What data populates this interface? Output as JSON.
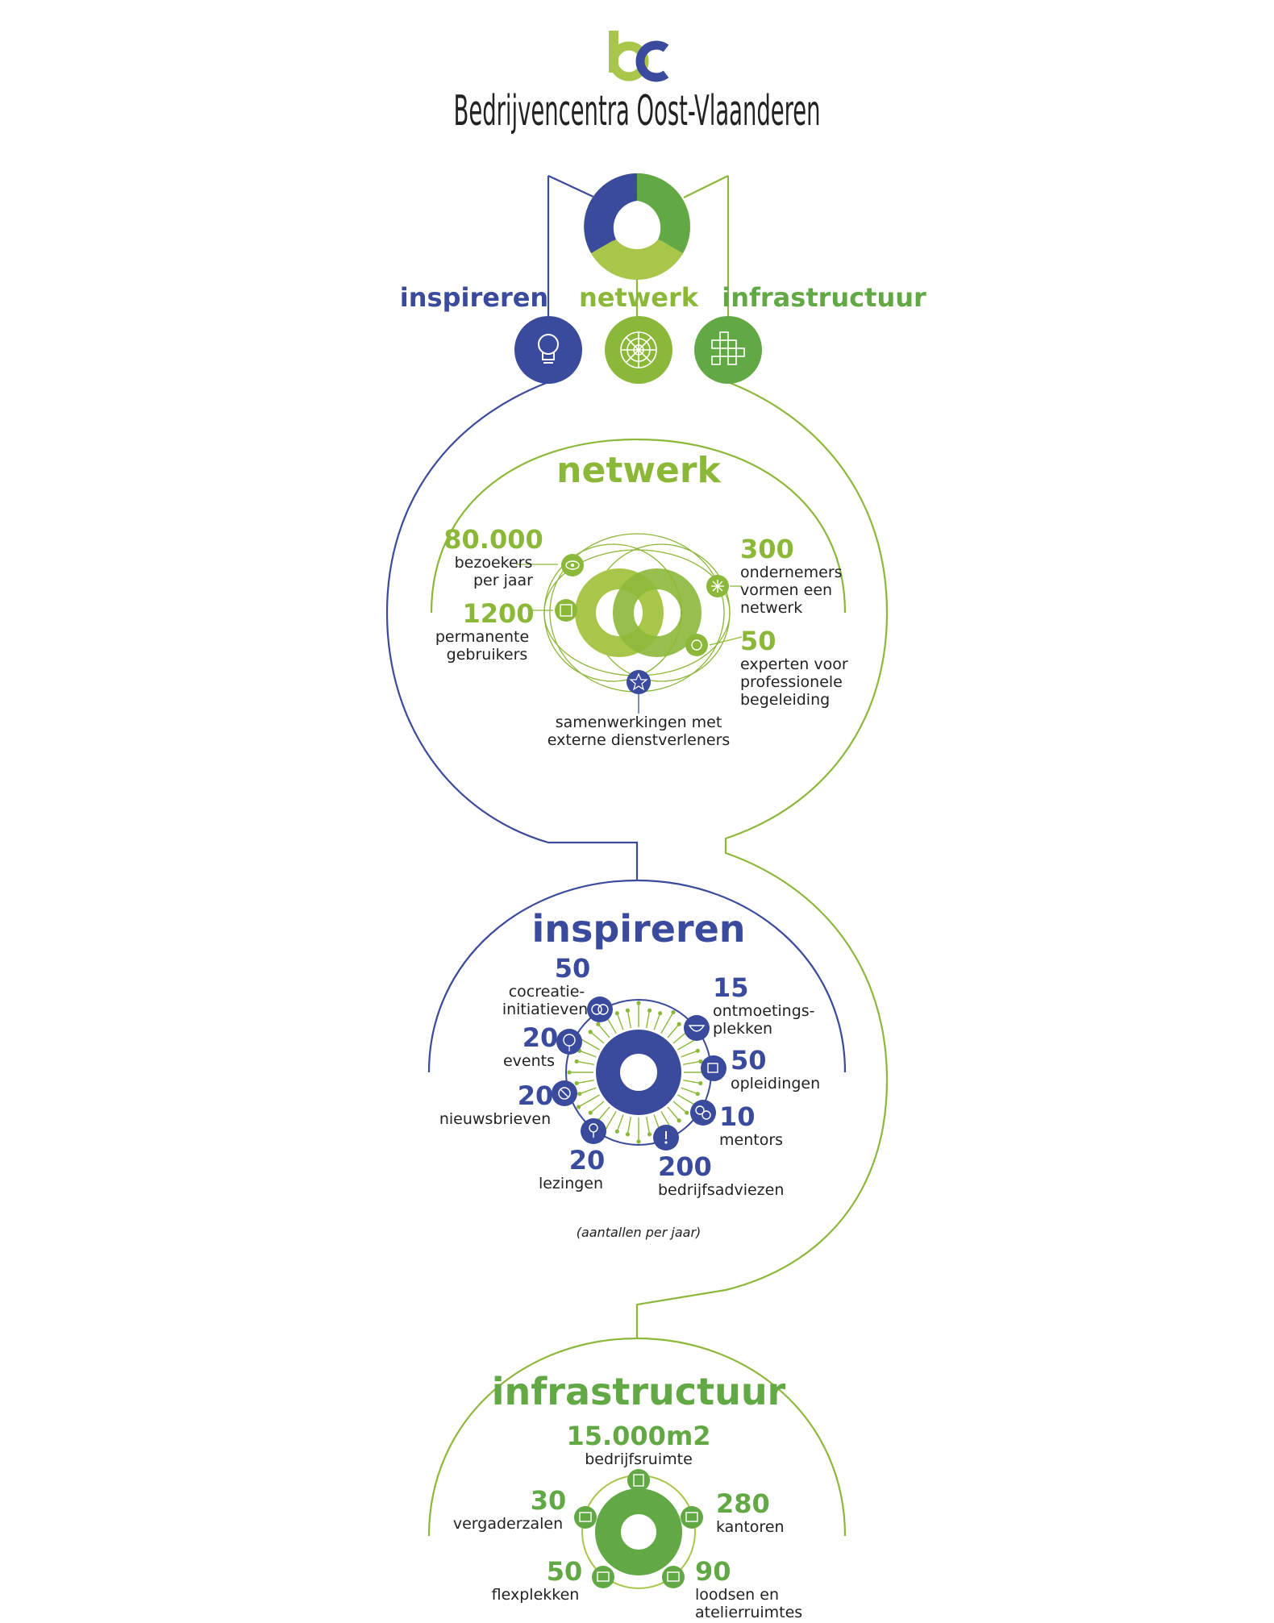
{
  "colors": {
    "blue": "#3a4a9c",
    "green": "#8cb83a",
    "green_dark": "#62a844",
    "green_light": "#a8c74a",
    "white": "#ffffff"
  },
  "header": {
    "logo_text": "bc",
    "title": "Bedrijvencentra Oost-Vlaanderen"
  },
  "pillars": {
    "inspireren": {
      "label": "inspireren",
      "icon": "lightbulb-icon"
    },
    "netwerk": {
      "label": "netwerk",
      "icon": "web-icon"
    },
    "infrastructuur": {
      "label": "infrastructuur",
      "icon": "grid-blocks-icon"
    }
  },
  "netwerk_section": {
    "title": "netwerk",
    "stats": [
      {
        "value": "80.000",
        "lines": [
          "bezoekers",
          "per jaar"
        ],
        "icon": "eye-icon"
      },
      {
        "value": "1200",
        "lines": [
          "permanente",
          "gebruikers"
        ],
        "icon": "user-frame-icon"
      },
      {
        "value": "300",
        "lines": [
          "ondernemers",
          "vormen een",
          "netwerk"
        ],
        "icon": "spark-icon"
      },
      {
        "value": "50",
        "lines": [
          "experten voor",
          "professionele",
          "begeleiding"
        ],
        "icon": "flower-icon"
      },
      {
        "value": "",
        "lines": [
          "samenwerkingen met",
          "externe dienstverleners"
        ],
        "icon": "star-icon"
      }
    ]
  },
  "inspireren_section": {
    "title": "inspireren",
    "note": "(aantallen per jaar)",
    "stats": [
      {
        "value": "50",
        "lines": [
          "cocreatie-",
          "initiatieven"
        ],
        "icon": "rings-icon"
      },
      {
        "value": "20",
        "lines": [
          "events"
        ],
        "icon": "balloon-icon"
      },
      {
        "value": "20",
        "lines": [
          "nieuwsbrieven"
        ],
        "icon": "no-sign-icon"
      },
      {
        "value": "20",
        "lines": [
          "lezingen"
        ],
        "icon": "microphone-icon"
      },
      {
        "value": "200",
        "lines": [
          "bedrijfsadviezen"
        ],
        "icon": "exclamation-icon"
      },
      {
        "value": "10",
        "lines": [
          "mentors"
        ],
        "icon": "people-icon"
      },
      {
        "value": "50",
        "lines": [
          "opleidingen"
        ],
        "icon": "cup-icon"
      },
      {
        "value": "15",
        "lines": [
          "ontmoetings-",
          "plekken"
        ],
        "icon": "bowl-icon"
      }
    ]
  },
  "infrastructuur_section": {
    "title": "infrastructuur",
    "stats": [
      {
        "value": "15.000m2",
        "lines": [
          "bedrijfsruimte"
        ],
        "icon": "building-icon"
      },
      {
        "value": "30",
        "lines": [
          "vergaderzalen"
        ],
        "icon": "meeting-icon"
      },
      {
        "value": "280",
        "lines": [
          "kantoren"
        ],
        "icon": "office-icon"
      },
      {
        "value": "50",
        "lines": [
          "flexplekken"
        ],
        "icon": "desk-icon"
      },
      {
        "value": "90",
        "lines": [
          "loodsen en",
          "atelierruimtes"
        ],
        "icon": "warehouse-icon"
      }
    ]
  }
}
